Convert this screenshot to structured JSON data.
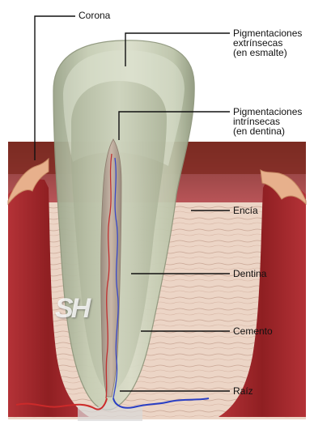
{
  "labels": {
    "corona": "Corona",
    "pig_ext": [
      "Pigmentaciones",
      "extrínsecas",
      "(en esmalte)"
    ],
    "pig_int": [
      "Pigmentaciones",
      "intrínsecas",
      "(en dentina)"
    ],
    "encia": "Encía",
    "dentina": "Dentina",
    "cemento": "Cemento",
    "raiz": "Raíz"
  },
  "watermark": "SH",
  "colors": {
    "gum": "#a8282c",
    "bone": "#ead2c2",
    "enamel": "#b9c2a4",
    "nerve_red": "#cc2a2a",
    "nerve_blue": "#2a3fc4"
  }
}
